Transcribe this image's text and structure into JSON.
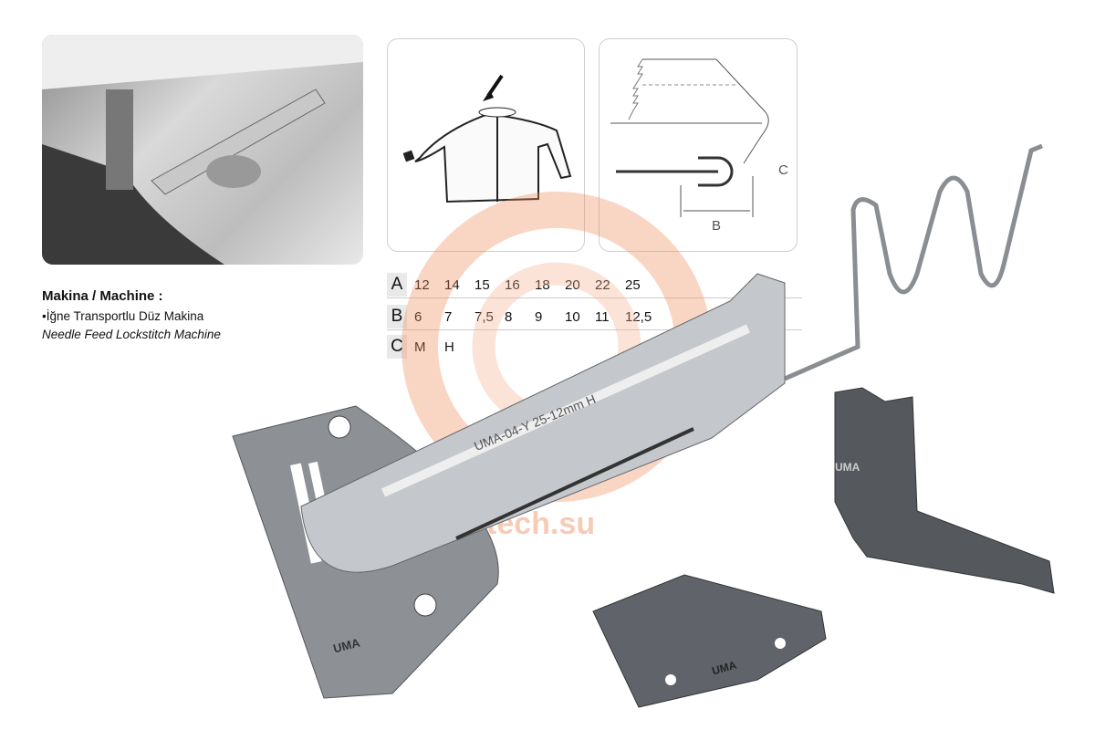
{
  "machine": {
    "title": "Makina / Machine :",
    "type_tr": "•İğne Transportlu Düz Makina",
    "type_en": "Needle Feed Lockstitch Machine"
  },
  "specs": [
    {
      "key": "A",
      "values": [
        "12",
        "14",
        "15",
        "16",
        "18",
        "20",
        "22",
        "25"
      ]
    },
    {
      "key": "B",
      "values": [
        "6",
        "7",
        "7,5",
        "8",
        "9",
        "10",
        "11",
        "12,5"
      ]
    },
    {
      "key": "C",
      "values": [
        "M",
        "H"
      ]
    }
  ],
  "diagram": {
    "label_b": "B",
    "label_c": "C"
  },
  "product": {
    "engraving": "UMA-04-Y 25-12mm H",
    "brand": "UMA"
  },
  "watermark": "sartech.su",
  "colors": {
    "watermark": "#f2a27a",
    "metal": "#a9acb0"
  }
}
